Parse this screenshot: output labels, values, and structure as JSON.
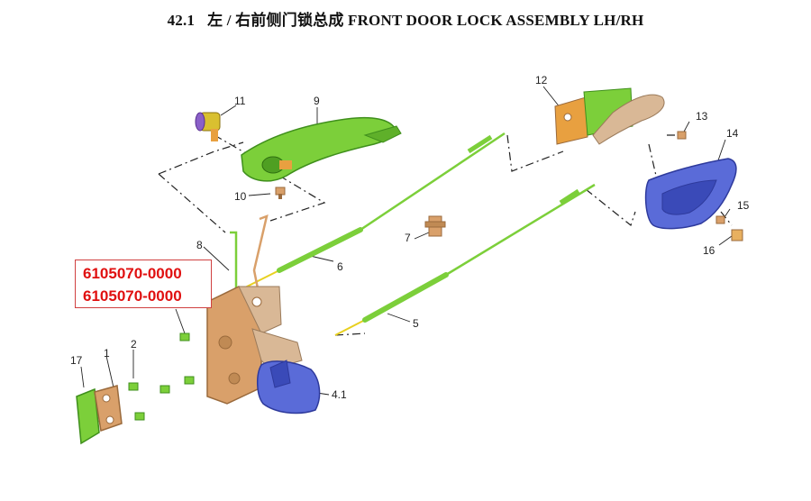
{
  "header": {
    "section": "42.1",
    "title": "左 / 右前侧门锁总成 FRONT DOOR LOCK ASSEMBLY LH/RH"
  },
  "part_numbers": [
    "6105070-0000",
    "6105070-0000"
  ],
  "callouts": {
    "c1": "1",
    "c2": "2",
    "c4_1": "4.1",
    "c5": "5",
    "c6": "6",
    "c7": "7",
    "c8": "8",
    "c9": "9",
    "c10": "10",
    "c11": "11",
    "c12": "12",
    "c13": "13",
    "c14": "14",
    "c15": "15",
    "c16": "16",
    "c17": "17"
  },
  "colors": {
    "green": "#7ccf3a",
    "green_dark": "#3f8f1c",
    "tan": "#d9a06a",
    "tan_dark": "#9a6a3c",
    "blue": "#5a6bd8",
    "blue_dark": "#2e3a9c",
    "orange": "#e8a040",
    "label_red": "#e01010"
  }
}
